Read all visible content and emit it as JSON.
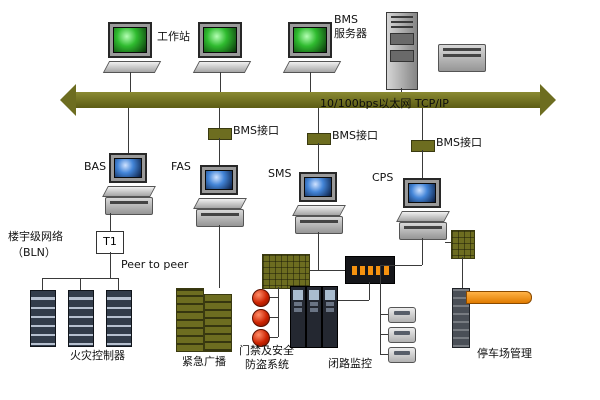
{
  "diagram": {
    "top_row": {
      "workstation_label": "工作站",
      "bms_server_label_line1": "BMS",
      "bms_server_label_line2": "服务器"
    },
    "backbone": {
      "label": "10/100bps以太网  TCP/IP"
    },
    "interfaces": [
      {
        "label": "BMS接口"
      },
      {
        "label": "BMS接口"
      },
      {
        "label": "BMS接口"
      }
    ],
    "stations": [
      {
        "label": "BAS"
      },
      {
        "label": "FAS"
      },
      {
        "label": "SMS"
      },
      {
        "label": "CPS"
      }
    ],
    "bln": {
      "network_label_line1": "楼宇级网络",
      "network_label_line2": "（BLN）",
      "t1_label": "T1",
      "peer_label": "Peer to peer"
    },
    "subsystems": {
      "fire_controller_label": "火灾控制器",
      "emergency_broadcast_label": "紧急广播",
      "access_security_label_line1": "门禁及安全",
      "access_security_label_line2": "防盗系统",
      "cctv_label": "闭路监控",
      "parking_label": "停车场管理"
    },
    "colors": {
      "bus_olive": "#6d6d20",
      "screen_green": "#2fbb2f",
      "screen_blue": "#4385d8",
      "alarm_red": "#cc2200",
      "accent_orange": "#f5920f"
    }
  }
}
